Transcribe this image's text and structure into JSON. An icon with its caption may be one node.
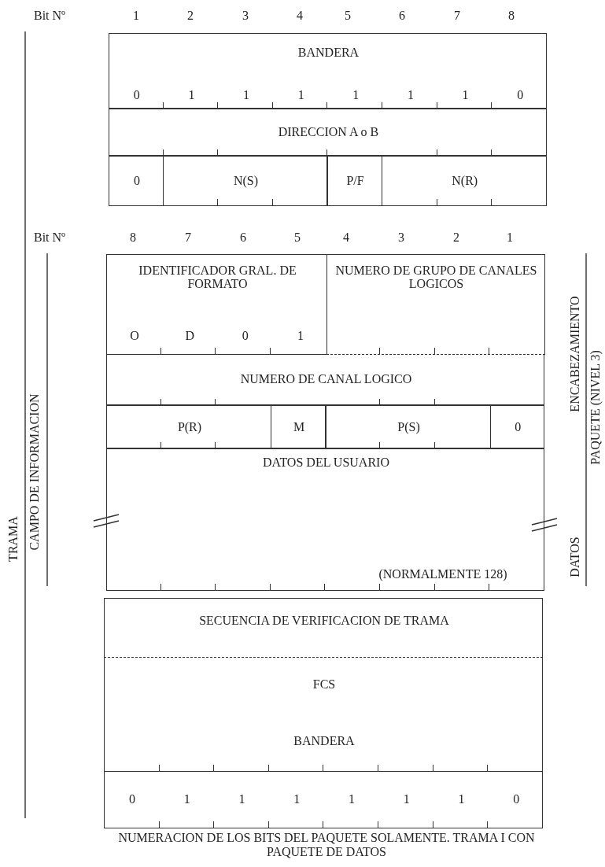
{
  "diagram": {
    "caption": "NUMERACION DE LOS BITS DEL PAQUETE SOLAMENTE. TRAMA I CON PAQUETE DE DATOS",
    "nodes": [
      {
        "text": [
          "BANDERA",
          "0",
          "1",
          "1",
          "1",
          "1",
          "1",
          "1",
          "0"
        ]
      },
      {
        "text": [
          "DIRECCION A o B"
        ]
      },
      {
        "text": [
          "0"
        ]
      },
      {
        "text": [
          "N(S)"
        ]
      },
      {
        "text": [
          "P/F"
        ]
      },
      {
        "text": [
          "N(R)"
        ]
      },
      {
        "text": [
          "IDENTIFICADOR GRAL. DE FORMATO",
          "O",
          "D",
          "0",
          "1"
        ]
      },
      {
        "text": [
          "NUMERO DE GRUPO DE CANALES LOGICOS"
        ]
      },
      {
        "text": [
          "NUMERO DE CANAL LOGICO"
        ]
      },
      {
        "text": [
          "P(R)"
        ]
      },
      {
        "text": [
          "M"
        ]
      },
      {
        "text": [
          "P(S)"
        ]
      },
      {
        "text": [
          "0"
        ]
      },
      {
        "text": [
          "DATOS DEL USUARIO",
          "(NORMALMENTE 128)"
        ]
      },
      {
        "text": [
          "SECUENCIA DE VERIFICACION DE TRAMA"
        ]
      },
      {
        "text": [
          "FCS",
          "BANDERA"
        ]
      },
      {
        "text": [
          "0",
          "1",
          "1",
          "1",
          "1",
          "1",
          "1",
          "0"
        ]
      }
    ],
    "edges": [],
    "labels": [
      "Bit Nº",
      "1",
      "2",
      "3",
      "4",
      "5",
      "6",
      "7",
      "8",
      "Bit Nº",
      "8",
      "7",
      "6",
      "5",
      "4",
      "3",
      "2",
      "1",
      "TRAMA",
      "CAMPO DE INFORMACION",
      "ENCABEZAMIENTO",
      "PAQUETE (NIVEL 3)",
      "DATOS"
    ]
  }
}
